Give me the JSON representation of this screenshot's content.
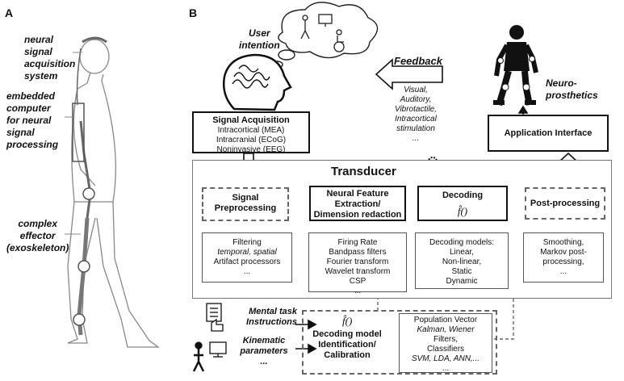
{
  "panel_a": {
    "letter": "A",
    "labels": {
      "neural": [
        "neural",
        "signal",
        "acquisition",
        "system"
      ],
      "embedded": [
        "embedded",
        "computer",
        "for neural",
        "signal",
        "processing"
      ],
      "effector": [
        "complex",
        "effector",
        "(exoskeleton)"
      ]
    }
  },
  "panel_b": {
    "letter": "B",
    "user_intention": [
      "User",
      "intention"
    ],
    "feedback": {
      "title": "Feedback",
      "items": [
        "Visual,",
        "Auditory,",
        "Vibrotactile,",
        "Intracortical",
        "stimulation",
        "..."
      ]
    },
    "neuroprosthetics": [
      "Neuro-",
      "prosthetics"
    ],
    "signal_acquisition": {
      "title": "Signal Acquisition",
      "items": [
        "Intracortical (MEA)",
        "Intracranial (ECoG)",
        "Noninvasive (EEG)"
      ]
    },
    "application_interface": "Application Interface",
    "transducer": "Transducer",
    "stages": {
      "preprocessing": [
        "Signal",
        "Preprocessing"
      ],
      "feature": [
        "Neural Feature",
        "Extraction/",
        "Dimension redaction"
      ],
      "decoding": "Decoding",
      "decoding_fn": "f̂()",
      "postprocessing": "Post-processing"
    },
    "callouts": {
      "preprocessing": {
        "l1": "Filtering",
        "l2": "temporal, spatial",
        "l3": "Artifact processors",
        "l4": "..."
      },
      "feature": [
        "Firing Rate",
        "Bandpass filters",
        "Fourier transform",
        "Wavelet transform",
        "CSP",
        "..."
      ],
      "decoding": [
        "Decoding models:",
        "Linear,",
        "Non-linear,",
        "Static",
        "Dynamic"
      ],
      "postprocessing": [
        "Smoothing,",
        "Markov post-",
        "processing,",
        "..."
      ],
      "calibration": {
        "l1": "Population Vector",
        "l2": "Kalman, Wiener",
        "l3": "Filters,",
        "l4": "Classifiers",
        "l5": "SVM, LDA, ANN,...",
        "l6": "..."
      }
    },
    "mental_task": [
      "Mental task",
      "Instructions"
    ],
    "kinematic": [
      "Kinematic",
      "parameters",
      "..."
    ],
    "calibration_box": {
      "fn": "f̂()",
      "title": [
        "Decoding model",
        "Identification/",
        "Calibration"
      ]
    }
  }
}
